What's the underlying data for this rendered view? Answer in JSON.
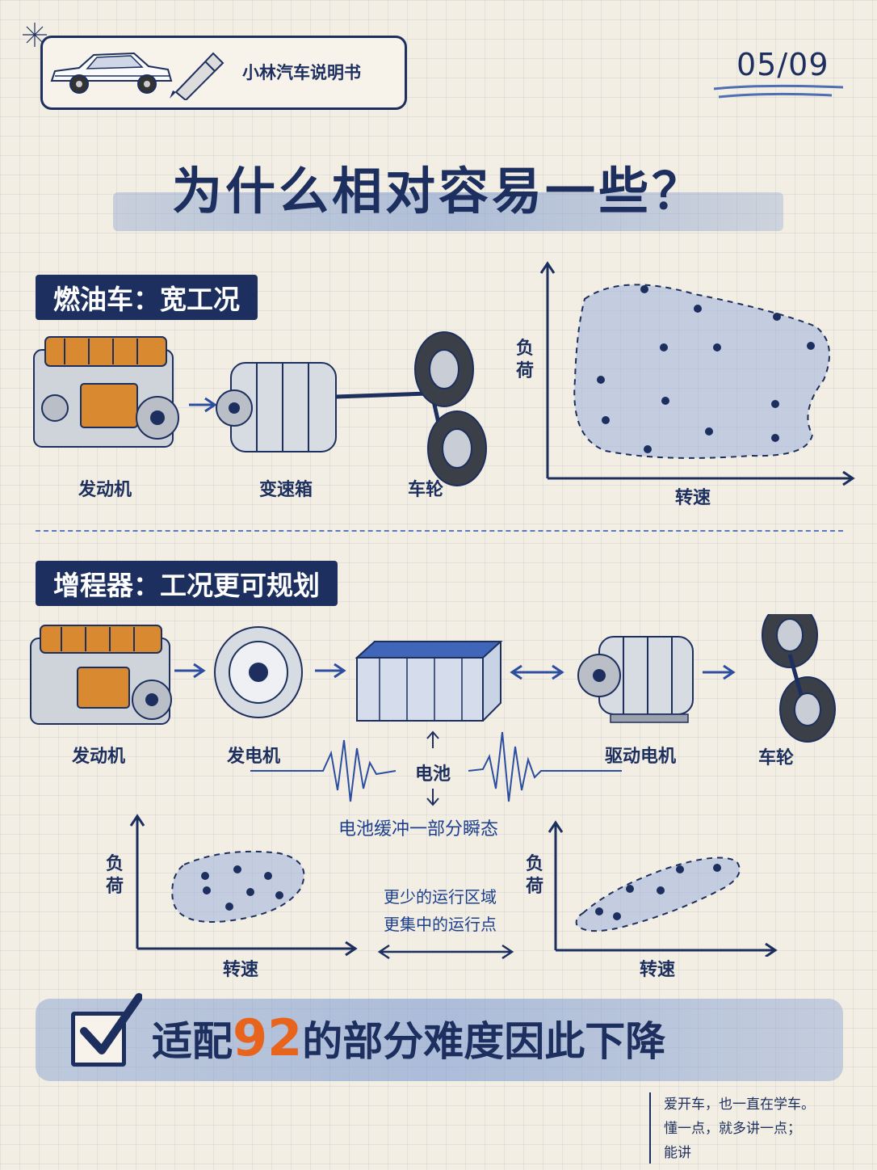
{
  "brand": {
    "name": "小林汽车说明书"
  },
  "page_number": "05/09",
  "title": "为什么相对容易一些？",
  "section_ice": {
    "heading": "燃油车：宽工况",
    "components": [
      "发动机",
      "变速箱",
      "车轮"
    ],
    "chart": {
      "ylabel": "负荷",
      "xlabel": "转速"
    }
  },
  "section_erev": {
    "heading": "增程器：工况更可规划",
    "components": [
      "发动机",
      "发电机",
      "电池",
      "驱动电机",
      "车轮"
    ],
    "buffer_note": "电池缓冲一部分瞬态",
    "comparison_line1": "更少的运行区域",
    "comparison_line2": "更集中的运行点",
    "left_chart": {
      "ylabel": "负荷",
      "xlabel": "转速"
    },
    "right_chart": {
      "ylabel": "负荷",
      "xlabel": "转速"
    }
  },
  "conclusion": {
    "prefix": "适配",
    "highlight": "92",
    "suffix": "的部分难度因此下降"
  },
  "signature": {
    "line1": "爱开车，也一直在学车。",
    "line2": "懂一点，就多讲一点；",
    "line3": "能讲"
  },
  "colors": {
    "navy": "#1c2f5e",
    "accent_orange": "#e8641c",
    "region_blue": "#8fa8d8",
    "paper": "#f3eee3"
  }
}
